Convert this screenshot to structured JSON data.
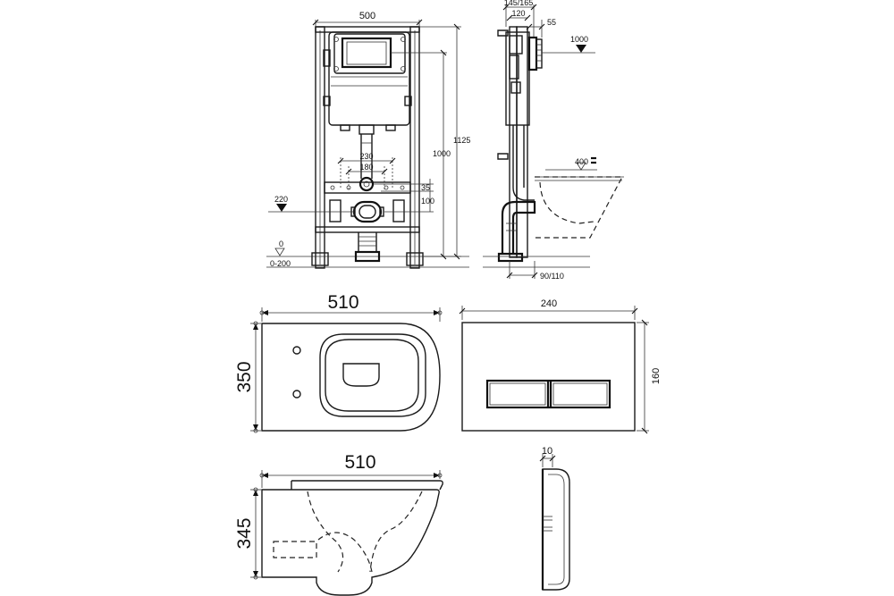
{
  "frame_front": {
    "width": "500",
    "height_total": "1125",
    "height_axis": "1000",
    "pipe_spacing": "230",
    "stud_spacing": "180",
    "offset_top": "35",
    "offset_outlet": "100",
    "level_outlet": "220",
    "level_floor": "0",
    "floor_range": "0-200"
  },
  "frame_side": {
    "depth_range": "145/165",
    "depth": "120",
    "plate": "55",
    "level_button": "1000",
    "level_bowl": "400",
    "outlet_range": "90/110"
  },
  "bowl_top": {
    "length": "510",
    "width": "350"
  },
  "flush_plate_front": {
    "width": "240",
    "height": "160"
  },
  "bowl_side": {
    "length": "510",
    "height": "345"
  },
  "flush_plate_side": {
    "thickness": "10"
  }
}
